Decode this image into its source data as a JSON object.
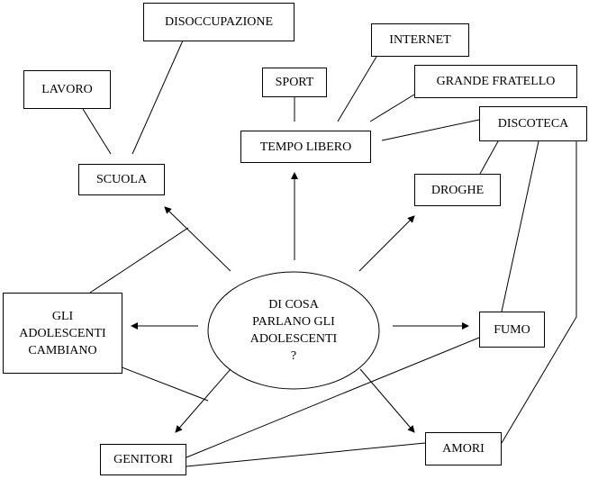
{
  "center": {
    "lines": [
      "DI COSA",
      "PARLANO GLI",
      "ADOLESCENTI",
      "?"
    ]
  },
  "nodes": {
    "disoccupazione": "DISOCCUPAZIONE",
    "lavoro": "LAVORO",
    "sport": "SPORT",
    "internet": "INTERNET",
    "grande_fratello": "GRANDE FRATELLO",
    "discoteca": "DISCOTECA",
    "tempo_libero": "TEMPO LIBERO",
    "scuola": "SCUOLA",
    "droghe": "DROGHE",
    "adolescenti_cambiano": [
      "GLI",
      "ADOLESCENTI",
      "CAMBIANO"
    ],
    "fumo": "FUMO",
    "genitori": "GENITORI",
    "amori": "AMORI"
  }
}
